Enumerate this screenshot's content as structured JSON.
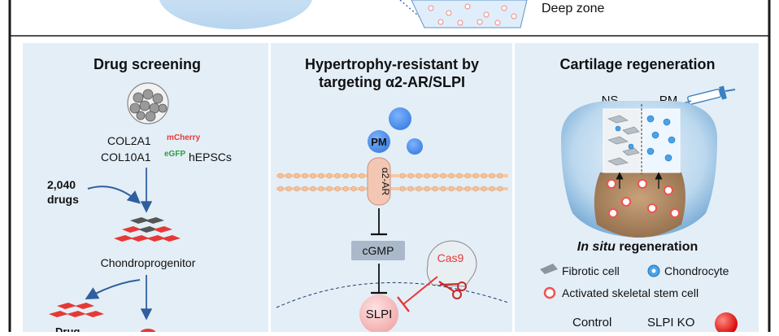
{
  "top": {
    "deep_zone": "Deep zone"
  },
  "panels": {
    "drug_screening": {
      "title": "Drug screening",
      "col2a1": "COL2A1",
      "mcherry": "mCherry",
      "col10a1": "COL10A1",
      "egfp": "eGFP",
      "hepscs": "hEPSCs",
      "drug_count": "2,040",
      "drugs": "drugs",
      "chondroprogenitor": "Chondroprogenitor",
      "drug_cut": "Drug"
    },
    "hypertrophy": {
      "title_line1": "Hypertrophy-resistant by",
      "title_line2": "targeting α2-AR/SLPI",
      "pm": "PM",
      "receptor": "α2-AR",
      "cgmp": "cGMP",
      "cas9": "Cas9",
      "slpi": "SLPI"
    },
    "regeneration": {
      "title": "Cartilage regeneration",
      "ns": "NS",
      "pm": "PM",
      "in_situ_italic": "In situ",
      "in_situ_rest": " regeneration",
      "legend_fibrotic": "Fibrotic cell",
      "legend_chondrocyte": "Chondrocyte",
      "legend_activated": "Activated skeletal stem cell",
      "control": "Control",
      "slpi_ko": "SLPI KO"
    }
  },
  "colors": {
    "panel_bg": "#e4eef7",
    "border": "#1a1a1a",
    "blue_arrow": "#2f5f9e",
    "red": "#e53935",
    "green": "#2e9e3e",
    "pm_blue": "#4f8fe6"
  }
}
